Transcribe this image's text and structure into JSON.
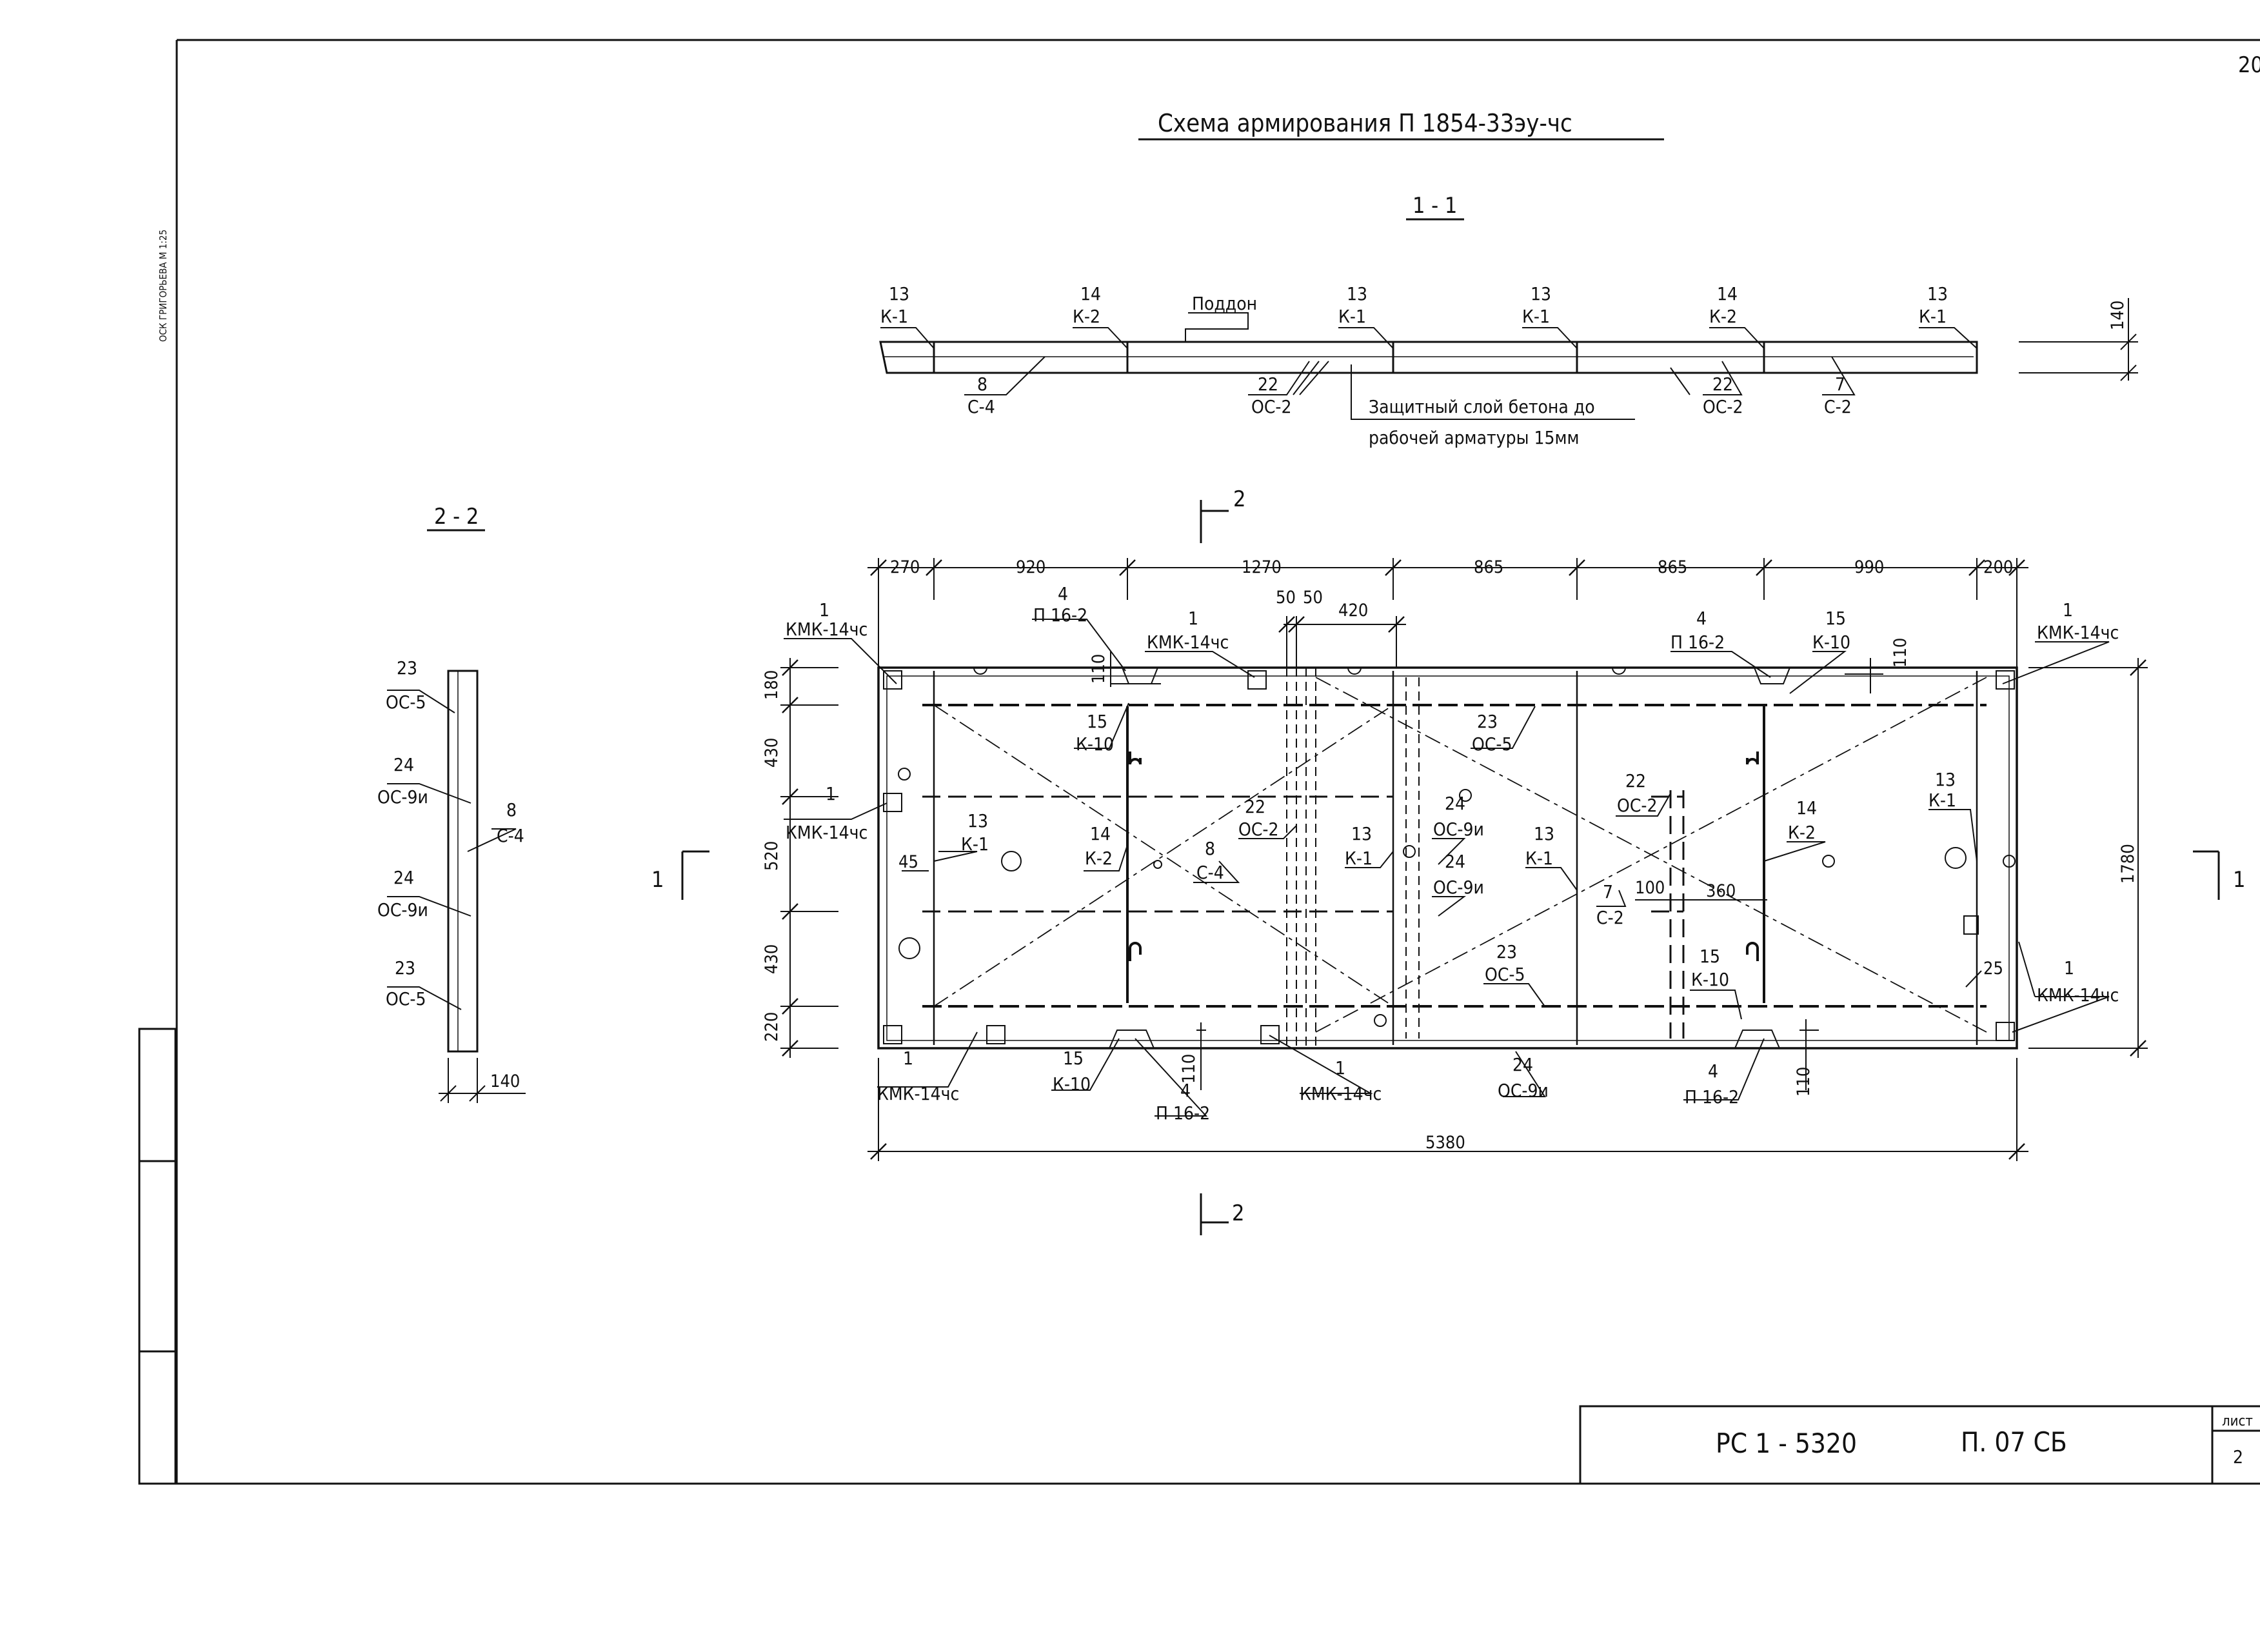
{
  "drawing": {
    "title": "Схема армирования  П 1854-33эу-чс",
    "corner_number": "20",
    "side_note": "ОСК  ГРИГОРЬЕВА   М 1:25",
    "section_1_1": {
      "label": "1 - 1",
      "pallet_label": "Поддон",
      "height_dim": "140",
      "note_line1": "Защитный слой  бетона до",
      "note_line2": "рабочей арматуры  15мм",
      "callouts": [
        {
          "num": "13",
          "mark": "К-1"
        },
        {
          "num": "14",
          "mark": "К-2"
        },
        {
          "num": "13",
          "mark": "К-1"
        },
        {
          "num": "13",
          "mark": "К-1"
        },
        {
          "num": "14",
          "mark": "К-2"
        },
        {
          "num": "13",
          "mark": "К-1"
        },
        {
          "num": "8",
          "mark": "С-4"
        },
        {
          "num": "22",
          "mark": "ОС-2"
        },
        {
          "num": "22",
          "mark": "ОС-2"
        },
        {
          "num": "7",
          "mark": "С-2"
        }
      ]
    },
    "section_2_2": {
      "label": "2 - 2",
      "width_dim": "140",
      "callouts": [
        {
          "num": "23",
          "mark": "ОС-5"
        },
        {
          "num": "24",
          "mark": "ОС-9и"
        },
        {
          "num": "8",
          "mark": "С-4"
        },
        {
          "num": "24",
          "mark": "ОС-9и"
        },
        {
          "num": "23",
          "mark": "ОС-5"
        }
      ]
    },
    "plan": {
      "cut_2": "2",
      "cut_1": "1",
      "top_dims": [
        "270",
        "920",
        "1270",
        "865",
        "865",
        "990",
        "200"
      ],
      "sub_dims": [
        "50",
        "50",
        "420"
      ],
      "left_dims": [
        "180",
        "430",
        "520",
        "430",
        "220"
      ],
      "overall_length": "5380",
      "overall_height": "1780",
      "small_dims": [
        "110",
        "110",
        "110",
        "110",
        "45",
        "100",
        "360",
        "25"
      ],
      "callouts": [
        {
          "num": "1",
          "mark": "КМК-14чс"
        },
        {
          "num": "4",
          "mark": "П 16-2"
        },
        {
          "num": "1",
          "mark": "КМК-14чс"
        },
        {
          "num": "4",
          "mark": "П 16-2"
        },
        {
          "num": "15",
          "mark": "К-10"
        },
        {
          "num": "1",
          "mark": "КМК-14чс"
        },
        {
          "num": "15",
          "mark": "К-10"
        },
        {
          "num": "23",
          "mark": "ОС-5"
        },
        {
          "num": "22",
          "mark": "ОС-2"
        },
        {
          "num": "1",
          "mark": "КМК-14чс"
        },
        {
          "num": "13",
          "mark": "К-1"
        },
        {
          "num": "14",
          "mark": "К-2"
        },
        {
          "num": "8",
          "mark": "С-4"
        },
        {
          "num": "22",
          "mark": "ОС-2"
        },
        {
          "num": "13",
          "mark": "К-1"
        },
        {
          "num": "24",
          "mark": "ОС-9и"
        },
        {
          "num": "24",
          "mark": "ОС-9и"
        },
        {
          "num": "13",
          "mark": "К-1"
        },
        {
          "num": "14",
          "mark": "К-2"
        },
        {
          "num": "13",
          "mark": "К-1"
        },
        {
          "num": "7",
          "mark": "С-2"
        },
        {
          "num": "23",
          "mark": "ОС-5"
        },
        {
          "num": "15",
          "mark": "К-10"
        },
        {
          "num": "1",
          "mark": "КМК-14чс"
        },
        {
          "num": "1",
          "mark": "КМК-14чс"
        },
        {
          "num": "15",
          "mark": "К-10"
        },
        {
          "num": "4",
          "mark": "П 16-2"
        },
        {
          "num": "1",
          "mark": "КМК-14чс"
        },
        {
          "num": "24",
          "mark": "ОС-9и"
        },
        {
          "num": "4",
          "mark": "П 16-2"
        }
      ]
    }
  },
  "stamp": {
    "code": "РС 1 - 5320",
    "sheet_code": "П. 07 СБ",
    "sheet_label": "лист",
    "sheet_number": "2"
  }
}
